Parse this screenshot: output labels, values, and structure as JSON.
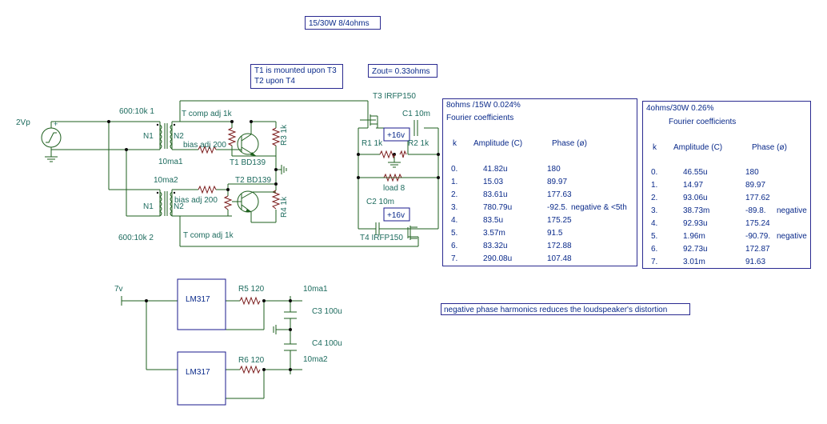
{
  "title_box": "15/30W 8/4ohms",
  "mount_note": {
    "line1": "T1 is mounted upon T3",
    "line2": "T2  upon T4"
  },
  "zout_box": "Zout= 0.33ohms",
  "note_box": "negative phase harmonics reduces the loudspeaker's distortion",
  "labels": {
    "source": "2Vp",
    "xf1_ratio": "600:10k 1",
    "xf2_ratio": "600:10k 2",
    "n1_top": "N1",
    "n2_top": "N2",
    "n1_bot": "N1",
    "n2_bot": "N2",
    "tcomp_top": "T comp adj 1k",
    "tcomp_bot": "T comp adj 1k",
    "bias_top": "bias adj 200",
    "bias_bot": "bias adj 200",
    "ma1_top": "10ma1",
    "ma2_top": "10ma2",
    "t1": "T1 BD139",
    "t2": "T2 BD139",
    "r3": "R3 1k",
    "r4": "R4 1k",
    "t3": "T3 IRFP150",
    "t4": "T4 IRFP150",
    "c1": "C1 10m",
    "c2": "C2 10m",
    "r1": "R1 1k",
    "r2": "R2 1k",
    "load": "load 8",
    "v16_top": "+16v",
    "v16_bot": "+16v",
    "supply": "7v",
    "lm317_top": "LM317",
    "lm317_bot": "LM317",
    "r5": "R5 120",
    "r6": "R6 120",
    "ma1_sup": "10ma1",
    "ma2_sup": "10ma2",
    "c3": "C3 100u",
    "c4": "C4 100u"
  },
  "table_8ohm": {
    "title": "8ohms /15W    0.024%",
    "subtitle": "Fourier coefficients",
    "headers": {
      "k": "k",
      "amp": "Amplitude (C)",
      "phase": "Phase (ø)"
    },
    "rows": [
      {
        "k": "0.",
        "amp": "41.82u",
        "phase": "180",
        "note": ""
      },
      {
        "k": "1.",
        "amp": "15.03",
        "phase": "89.97",
        "note": ""
      },
      {
        "k": "2.",
        "amp": "83.61u",
        "phase": "177.63",
        "note": ""
      },
      {
        "k": "3.",
        "amp": "780.79u",
        "phase": "-92.5.",
        "note": "negative & <5th"
      },
      {
        "k": "4.",
        "amp": "83.5u",
        "phase": "175.25",
        "note": ""
      },
      {
        "k": "5.",
        "amp": "3.57m",
        "phase": "91.5",
        "note": ""
      },
      {
        "k": "6.",
        "amp": "83.32u",
        "phase": "172.88",
        "note": ""
      },
      {
        "k": "7.",
        "amp": "290.08u",
        "phase": "107.48",
        "note": ""
      }
    ]
  },
  "table_4ohm": {
    "title": "4ohms/30W   0.26%",
    "subtitle": "Fourier coefficients",
    "headers": {
      "k": "k",
      "amp": "Amplitude (C)",
      "phase": "Phase (ø)"
    },
    "rows": [
      {
        "k": "0.",
        "amp": "46.55u",
        "phase": "180",
        "note": ""
      },
      {
        "k": "1.",
        "amp": "14.97",
        "phase": "89.97",
        "note": ""
      },
      {
        "k": "2.",
        "amp": "93.06u",
        "phase": "177.62",
        "note": ""
      },
      {
        "k": "3.",
        "amp": "38.73m",
        "phase": "-89.8.",
        "note": "negative"
      },
      {
        "k": "4.",
        "amp": "92.93u",
        "phase": "175.24",
        "note": ""
      },
      {
        "k": "5.",
        "amp": "1.96m",
        "phase": "-90.79.",
        "note": "negative"
      },
      {
        "k": "6.",
        "amp": "92.73u",
        "phase": "172.87",
        "note": ""
      },
      {
        "k": "7.",
        "amp": "3.01m",
        "phase": "91.63",
        "note": ""
      }
    ]
  }
}
